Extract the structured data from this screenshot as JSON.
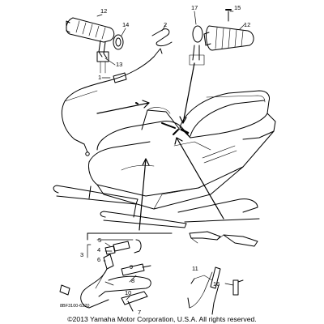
{
  "callouts": {
    "c1": "1",
    "c2": "2",
    "c3": "3",
    "c4": "4",
    "c5": "5",
    "c6": "6",
    "c7": "7",
    "c8": "8",
    "c9": "9",
    "c10": "10",
    "c11": "11",
    "c12_left": "12",
    "c12_right": "12",
    "c13": "13",
    "c14": "14",
    "c15": "15",
    "c16": "16",
    "c17": "17"
  },
  "drawing_code": "8BF3100-6220",
  "copyright": "©2013 Yamaha Motor Corporation, U.S.A. All rights reserved.",
  "colors": {
    "line": "#000000",
    "background": "#ffffff"
  }
}
